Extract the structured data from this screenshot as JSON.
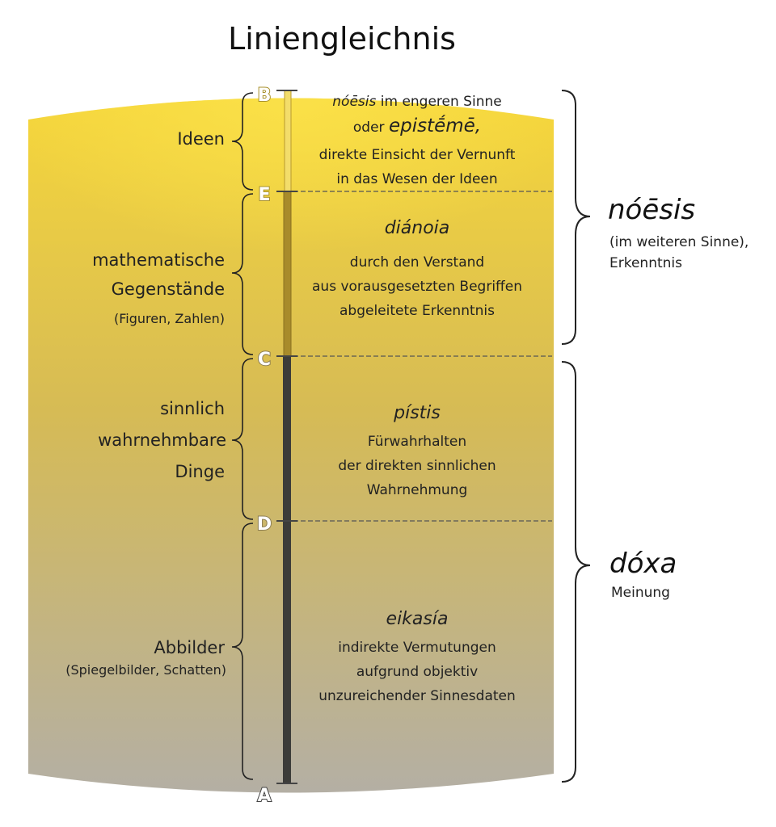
{
  "title": "Liniengleichnis",
  "points": [
    "B",
    "E",
    "C",
    "D",
    "A"
  ],
  "sections": [
    {
      "object": [
        "Ideen"
      ],
      "object_sub": "",
      "greek": "nóēsis",
      "greek_suffix": " im engeren Sinne",
      "line2_prefix": "oder ",
      "line2_greek": "epistḗmē,",
      "desc": [
        "direkte Einsicht der Vernunft",
        "in das Wesen der Ideen"
      ]
    },
    {
      "object": [
        "mathematische",
        "Gegenstände"
      ],
      "object_sub": "(Figuren, Zahlen)",
      "greek": "diánoia",
      "desc": [
        "durch den Verstand",
        "aus vorausgesetzten Begriffen",
        "abgeleitete Erkenntnis"
      ]
    },
    {
      "object": [
        "sinnlich",
        "wahrnehmbare",
        "Dinge"
      ],
      "object_sub": "",
      "greek": "pístis",
      "desc": [
        "Fürwahrhalten",
        "der direkten sinnlichen",
        "Wahrnehmung"
      ]
    },
    {
      "object": [
        "Abbilder"
      ],
      "object_sub": "(Spiegelbilder, Schatten)",
      "greek": "eikasía",
      "desc": [
        "indirekte Vermutungen",
        "aufgrund objektiv",
        "unzureichender Sinnesdaten"
      ]
    }
  ],
  "groups": [
    {
      "term": "nóēsis",
      "sub": [
        "(im weiteren Sinne),",
        "Erkenntnis"
      ]
    },
    {
      "term": "dóxa",
      "sub": [
        "Meinung"
      ]
    }
  ],
  "colors": {
    "top": "#f6d63a",
    "bottom": "#b3aea3",
    "line_upper": "#a38a2c",
    "line_lower": "#3b3b38",
    "letters": "#9a8c5a"
  }
}
